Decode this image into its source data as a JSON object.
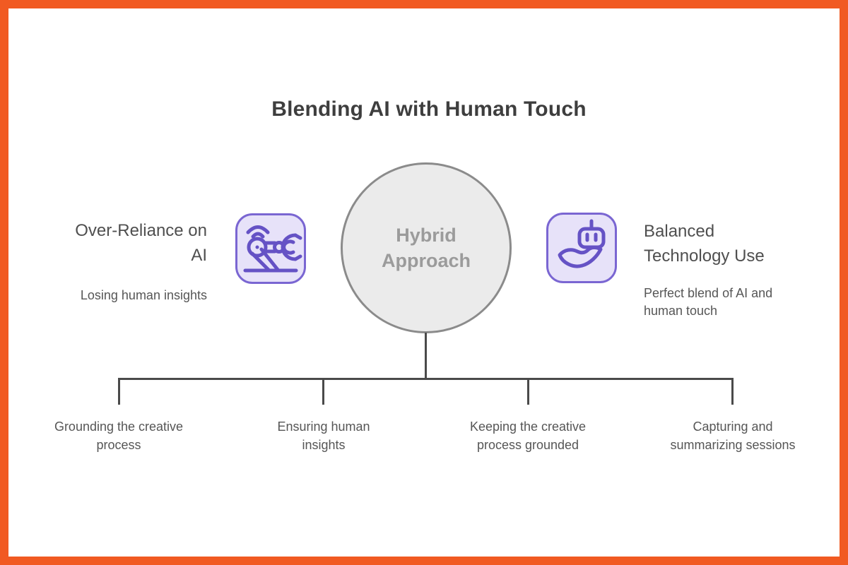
{
  "title": "Blending AI with Human Touch",
  "center": {
    "label": "Hybrid\nApproach"
  },
  "left_node": {
    "heading": "Over-Reliance on\nAI",
    "subtitle": "Losing human insights",
    "icon": "robot-arm-icon"
  },
  "right_node": {
    "heading": "Balanced\nTechnology Use",
    "subtitle": "Perfect blend of AI and\nhuman touch",
    "icon": "hand-holding-robot-icon"
  },
  "branches": [
    {
      "label": "Grounding the creative\nprocess"
    },
    {
      "label": "Ensuring human\ninsights"
    },
    {
      "label": "Keeping the creative\nprocess grounded"
    },
    {
      "label": "Capturing and\nsummarizing sessions"
    }
  ],
  "colors": {
    "frame_orange": "#F15A22",
    "accent_purple_border": "#7a66d2",
    "accent_purple_stroke": "#6552c5",
    "accent_purple_fill": "#e7e2f9",
    "circle_fill": "#ebebeb",
    "circle_border": "#8b8b8b",
    "title_text": "#3e3e3e",
    "heading_text": "#4f4f4f",
    "body_text": "#565656",
    "circle_text": "#9b9b9b",
    "connector": "#4a4a4a"
  }
}
